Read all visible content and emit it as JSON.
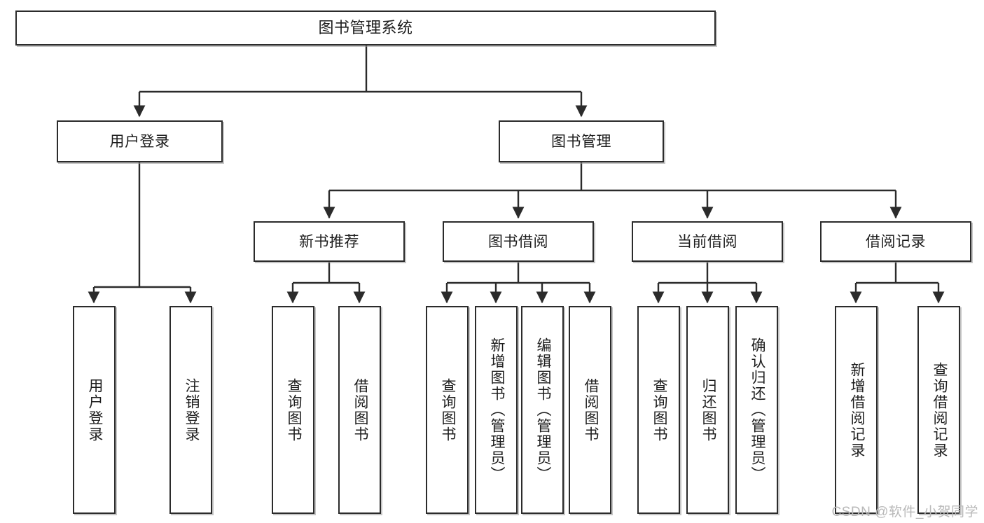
{
  "diagram": {
    "title": "图书管理系统",
    "type": "function-tree",
    "root": {
      "id": "root",
      "label": "图书管理系统",
      "orientation": "horizontal"
    },
    "level2": [
      {
        "id": "user-login",
        "label": "用户登录",
        "orientation": "horizontal"
      },
      {
        "id": "book-management",
        "label": "图书管理",
        "orientation": "horizontal"
      }
    ],
    "level3": [
      {
        "id": "new-book-recommend",
        "label": "新书推荐",
        "orientation": "horizontal",
        "parent": "book-management"
      },
      {
        "id": "book-borrow",
        "label": "图书借阅",
        "orientation": "horizontal",
        "parent": "book-management"
      },
      {
        "id": "current-borrow",
        "label": "当前借阅",
        "orientation": "horizontal",
        "parent": "book-management"
      },
      {
        "id": "borrow-record",
        "label": "借阅记录",
        "orientation": "horizontal",
        "parent": "book-management"
      }
    ],
    "leaves": [
      {
        "id": "leaf-user-login",
        "label": "用户登录",
        "parent": "user-login"
      },
      {
        "id": "leaf-logout-login",
        "label": "注销登录",
        "parent": "user-login"
      },
      {
        "id": "leaf-query-book-1",
        "label": "查询图书",
        "parent": "new-book-recommend"
      },
      {
        "id": "leaf-borrow-book-1",
        "label": "借阅图书",
        "parent": "new-book-recommend"
      },
      {
        "id": "leaf-query-book-2",
        "label": "查询图书",
        "parent": "book-borrow"
      },
      {
        "id": "leaf-add-book-admin",
        "label": "新增图书（管理员）",
        "parent": "book-borrow"
      },
      {
        "id": "leaf-edit-book-admin",
        "label": "编辑图书（管理员）",
        "parent": "book-borrow"
      },
      {
        "id": "leaf-borrow-book-2",
        "label": "借阅图书",
        "parent": "book-borrow"
      },
      {
        "id": "leaf-query-book-3",
        "label": "查询图书",
        "parent": "current-borrow"
      },
      {
        "id": "leaf-return-book",
        "label": "归还图书",
        "parent": "current-borrow"
      },
      {
        "id": "leaf-confirm-return",
        "label": "确认归还（管理员）",
        "parent": "current-borrow"
      },
      {
        "id": "leaf-add-record",
        "label": "新增借阅记录",
        "parent": "borrow-record"
      },
      {
        "id": "leaf-query-record",
        "label": "查询借阅记录",
        "parent": "borrow-record"
      }
    ]
  },
  "watermark": {
    "text": "CSDN @软件_小贺同学"
  },
  "colors": {
    "stroke": "#2b2b2b",
    "fill": "#ffffff",
    "text": "#1d1d1d",
    "shadow": "#969696",
    "watermark": "#b9b9b9",
    "background": "#ffffff"
  }
}
